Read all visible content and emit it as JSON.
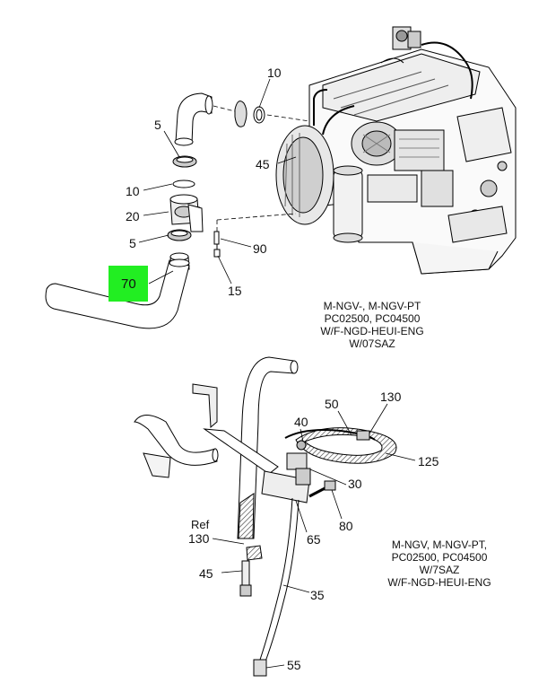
{
  "colors": {
    "highlight": "#22ee22",
    "line": "#000000",
    "hatch": "#444444",
    "background": "#ffffff"
  },
  "callouts": {
    "top": {
      "c10a": "10",
      "c5a": "5",
      "c45a": "45",
      "c10b": "10",
      "c20": "20",
      "c5b": "5",
      "c90": "90",
      "c70": "70",
      "c15": "15"
    },
    "bottom": {
      "c50": "50",
      "c130a": "130",
      "c40": "40",
      "c125": "125",
      "c30": "30",
      "c80": "80",
      "ref": "Ref",
      "c130b": "130",
      "c65": "65",
      "c45b": "45",
      "c35": "35",
      "c55": "55"
    }
  },
  "captions": {
    "top": [
      "M-NGV-, M-NGV-PT",
      "PC02500, PC04500",
      "W/F-NGD-HEUI-ENG",
      "W/07SAZ"
    ],
    "bottom": [
      "M-NGV, M-NGV-PT,",
      "PC02500, PC04500",
      "W/7SAZ",
      "W/F-NGD-HEUI-ENG"
    ]
  },
  "icons": {
    "engine": "engine-illustration",
    "elbow_pipe": "elbow-pipe-icon",
    "clamp": "hose-clamp-icon",
    "hose": "coolant-hose-icon",
    "fitting": "fitting-icon"
  }
}
